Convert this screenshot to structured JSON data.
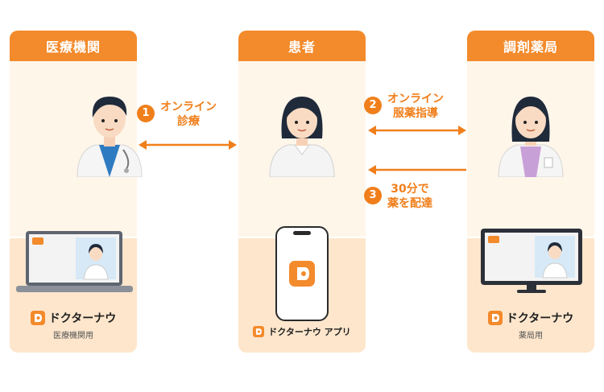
{
  "columns": [
    {
      "title": "医療機関",
      "brand": "ドクターナウ",
      "sub": "医療機関用"
    },
    {
      "title": "患者",
      "brand": "ドクターナウ アプリ"
    },
    {
      "title": "調剤薬局",
      "brand": "ドクターナウ",
      "sub": "薬局用"
    }
  ],
  "steps": [
    {
      "num": "1",
      "line1": "オンライン",
      "line2": "診療"
    },
    {
      "num": "2",
      "line1": "オンライン",
      "line2": "服薬指導"
    },
    {
      "num": "3",
      "line1": "30分で",
      "line2": "薬を配達"
    }
  ],
  "colors": {
    "accent": "#f38a2b",
    "card_top": "#fff6ea",
    "card_bottom": "#fde6cc"
  }
}
